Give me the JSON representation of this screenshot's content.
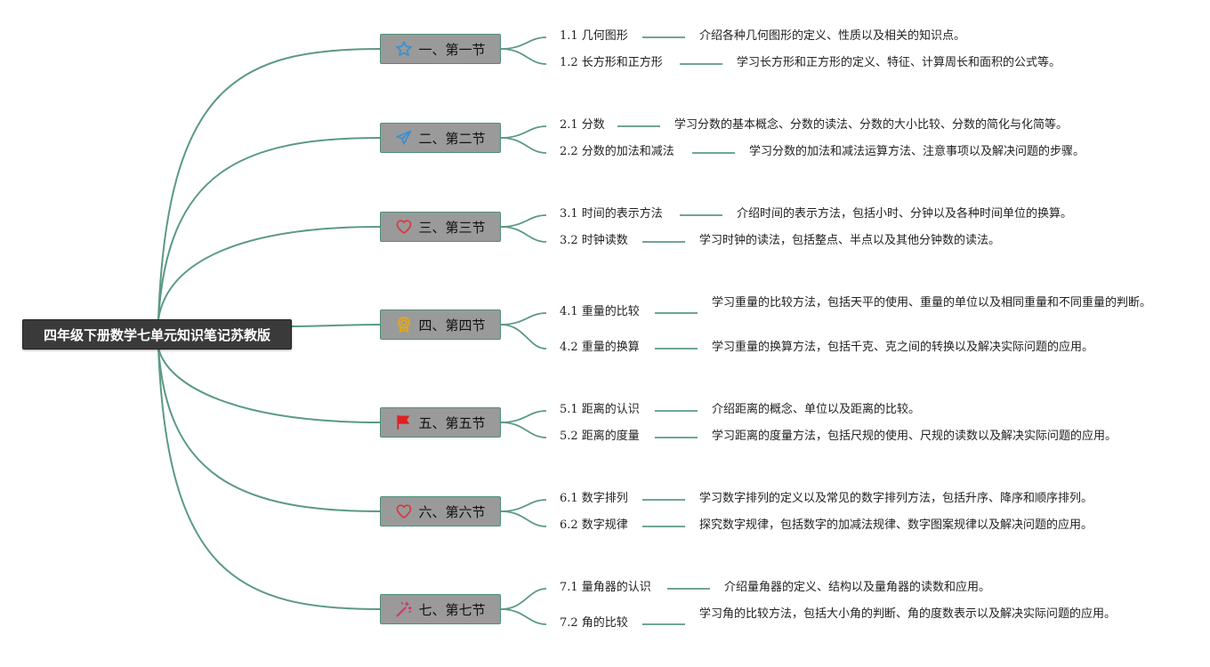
{
  "root": {
    "title": "四年级下册数学七单元知识笔记苏教版"
  },
  "colors": {
    "line": "#5b9a82",
    "section_bg": "#9a9a9a",
    "root_bg": "#3a3a3a"
  },
  "sections": [
    {
      "label": "一、第一节",
      "icon": "star-icon",
      "icon_color": "#3a8fd0",
      "subs": [
        {
          "title": "1.1 几何图形",
          "desc": "介绍各种几何图形的定义、性质以及相关的知识点。"
        },
        {
          "title": "1.2 长方形和正方形",
          "desc": "学习长方形和正方形的定义、特征、计算周长和面积的公式等。"
        }
      ]
    },
    {
      "label": "二、第二节",
      "icon": "paper-plane-icon",
      "icon_color": "#3a8fd0",
      "subs": [
        {
          "title": "2.1 分数",
          "desc": "学习分数的基本概念、分数的读法、分数的大小比较、分数的简化与化简等。"
        },
        {
          "title": "2.2 分数的加法和减法",
          "desc": "学习分数的加法和减法运算方法、注意事项以及解决问题的步骤。"
        }
      ]
    },
    {
      "label": "三、第三节",
      "icon": "heart-icon",
      "icon_color": "#d9363e",
      "subs": [
        {
          "title": "3.1 时间的表示方法",
          "desc": "介绍时间的表示方法，包括小时、分钟以及各种时间单位的换算。"
        },
        {
          "title": "3.2 时钟读数",
          "desc": "学习时钟的读法，包括整点、半点以及其他分钟数的读法。"
        }
      ]
    },
    {
      "label": "四、第四节",
      "icon": "medal-icon",
      "icon_color": "#e6a817",
      "subs": [
        {
          "title": "4.1 重量的比较",
          "desc": "学习重量的比较方法，包括天平的使用、重量的单位以及相同重量和不同重量的判断。"
        },
        {
          "title": "4.2 重量的换算",
          "desc": "学习重量的换算方法，包括千克、克之间的转换以及解决实际问题的应用。"
        }
      ]
    },
    {
      "label": "五、第五节",
      "icon": "flag-icon",
      "icon_color": "#e02020",
      "subs": [
        {
          "title": "5.1 距离的认识",
          "desc": "介绍距离的概念、单位以及距离的比较。"
        },
        {
          "title": "5.2 距离的度量",
          "desc": "学习距离的度量方法，包括尺规的使用、尺规的读数以及解决实际问题的应用。"
        }
      ]
    },
    {
      "label": "六、第六节",
      "icon": "heart-icon",
      "icon_color": "#d9363e",
      "subs": [
        {
          "title": "6.1 数字排列",
          "desc": "学习数字排列的定义以及常见的数字排列方法，包括升序、降序和顺序排列。"
        },
        {
          "title": "6.2 数字规律",
          "desc": "探究数字规律，包括数字的加减法规律、数字图案规律以及解决问题的应用。"
        }
      ]
    },
    {
      "label": "七、第七节",
      "icon": "magic-wand-icon",
      "icon_color": "#d9306a",
      "subs": [
        {
          "title": "7.1 量角器的认识",
          "desc": "介绍量角器的定义、结构以及量角器的读数和应用。"
        },
        {
          "title": "7.2 角的比较",
          "desc": "学习角的比较方法，包括大小角的判断、角的度数表示以及解决实际问题的应用。"
        }
      ]
    }
  ]
}
